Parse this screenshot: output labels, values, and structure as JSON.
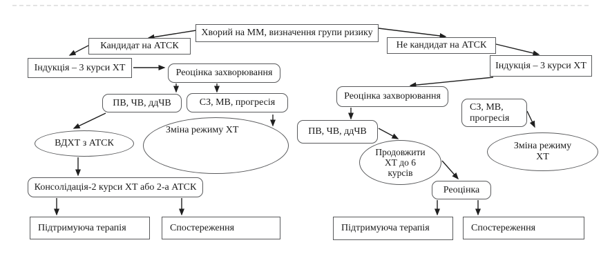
{
  "colors": {
    "node_border": "#58595b",
    "arrow": "#1f1f1f",
    "text": "#1a1a1a",
    "background": "#ffffff"
  },
  "nodes": {
    "root": {
      "label": "Хворий на ММ, визначення групи ризику"
    },
    "candidate": {
      "label": "Кандидат на АТСК"
    },
    "induction_left": {
      "label": "Індукція – 3 курси ХТ"
    },
    "reassess_left": {
      "label": "Реоцінка захворювання"
    },
    "response_left": {
      "label": "ПВ, ЧВ, ддЧВ"
    },
    "progression_left": {
      "label": "СЗ, МВ, прогресія"
    },
    "vdht": {
      "label": "ВДХТ з АТСК"
    },
    "change_regimen_left": {
      "label": "Зміна режиму ХТ"
    },
    "consolidation": {
      "label": "Консолідація-2 курси ХТ або 2-а АТСК"
    },
    "maintenance_left": {
      "label": "Підтримуюча терапія"
    },
    "observation_left": {
      "label": "Спостереження"
    },
    "not_candidate": {
      "label": "Не кандидат на АТСК"
    },
    "induction_right": {
      "label": "Індукція – 3 курси ХТ"
    },
    "reassess_right": {
      "label": "Реоцінка захворювання"
    },
    "response_right": {
      "label": "ПВ, ЧВ, ддЧВ"
    },
    "progression_right": {
      "label": "СЗ, МВ,\nпрогресія"
    },
    "change_regimen_right": {
      "label": "Зміна режиму\nХТ"
    },
    "continue_ht": {
      "label": "Продовжити\nХТ до 6\nкурсів"
    },
    "reassess_2": {
      "label": "Реоцінка"
    },
    "maintenance_right": {
      "label": "Підтримуюча терапія"
    },
    "observation_right": {
      "label": "Спостереження"
    }
  }
}
